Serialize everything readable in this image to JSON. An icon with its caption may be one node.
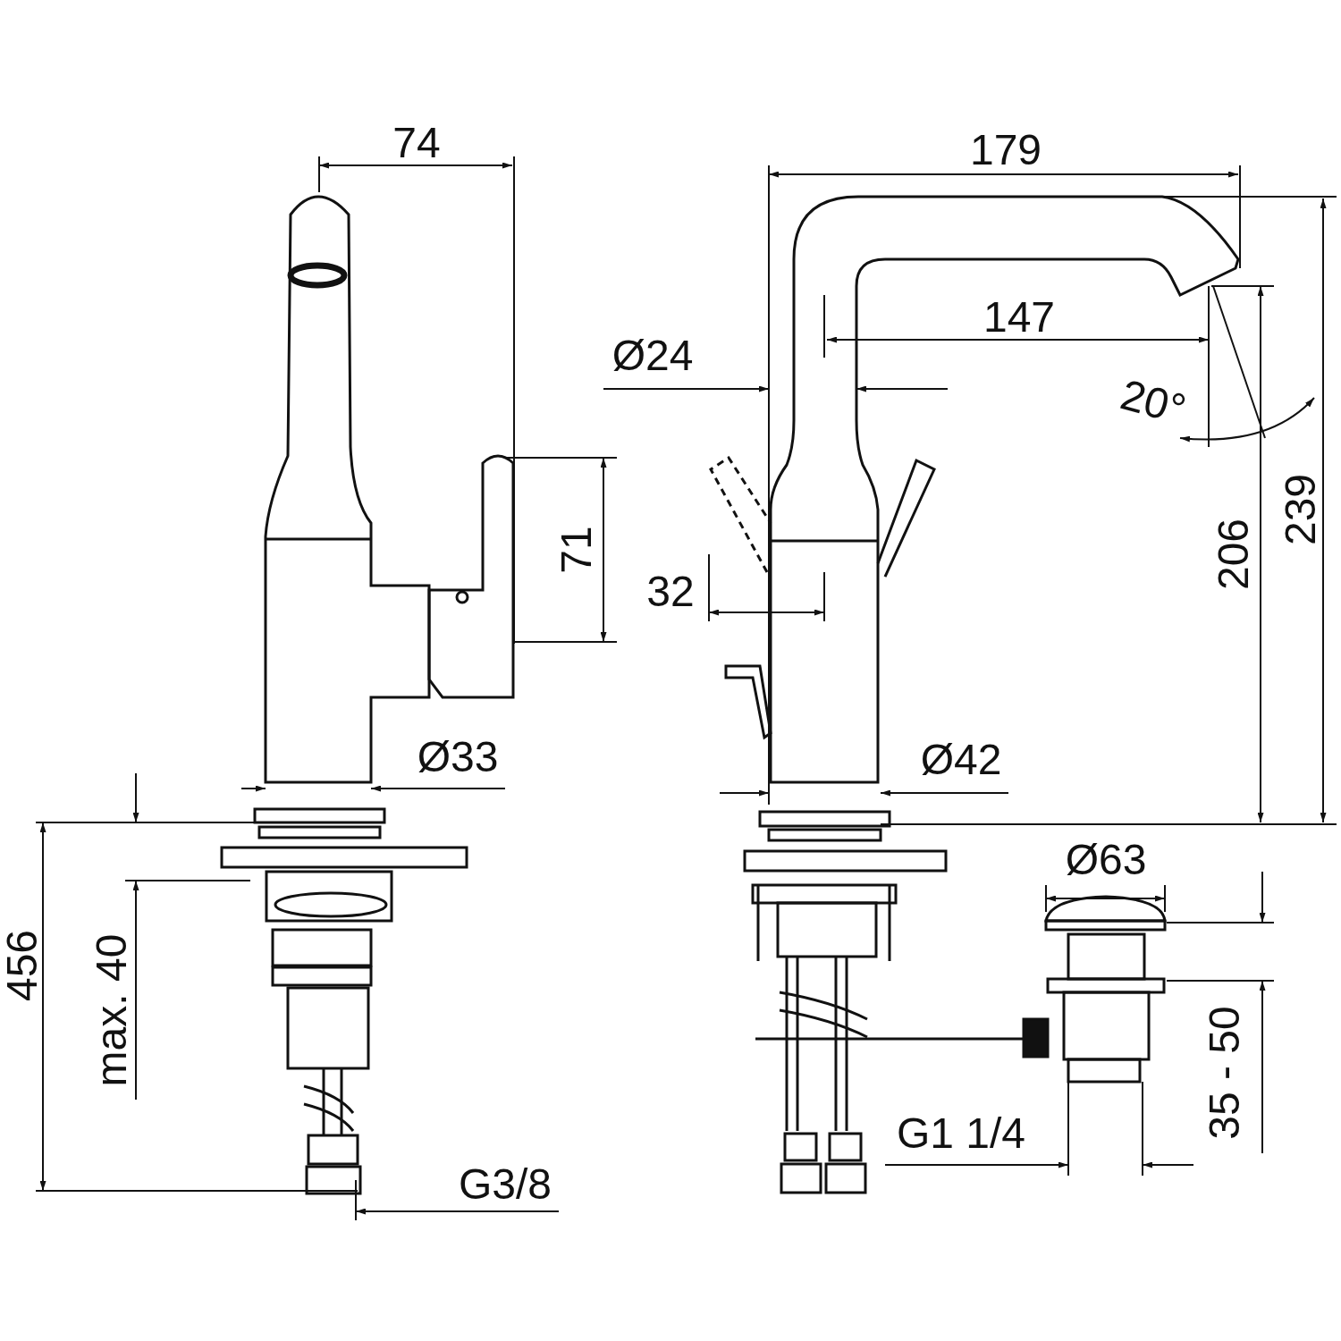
{
  "diagram": {
    "labels": [
      "74",
      "179",
      "147",
      "Ø24",
      "20°",
      "71",
      "32",
      "206",
      "239",
      "Ø33",
      "Ø42",
      "Ø63",
      "456",
      "max. 40",
      "35 - 50",
      "G1 1/4",
      "G3/8"
    ]
  }
}
